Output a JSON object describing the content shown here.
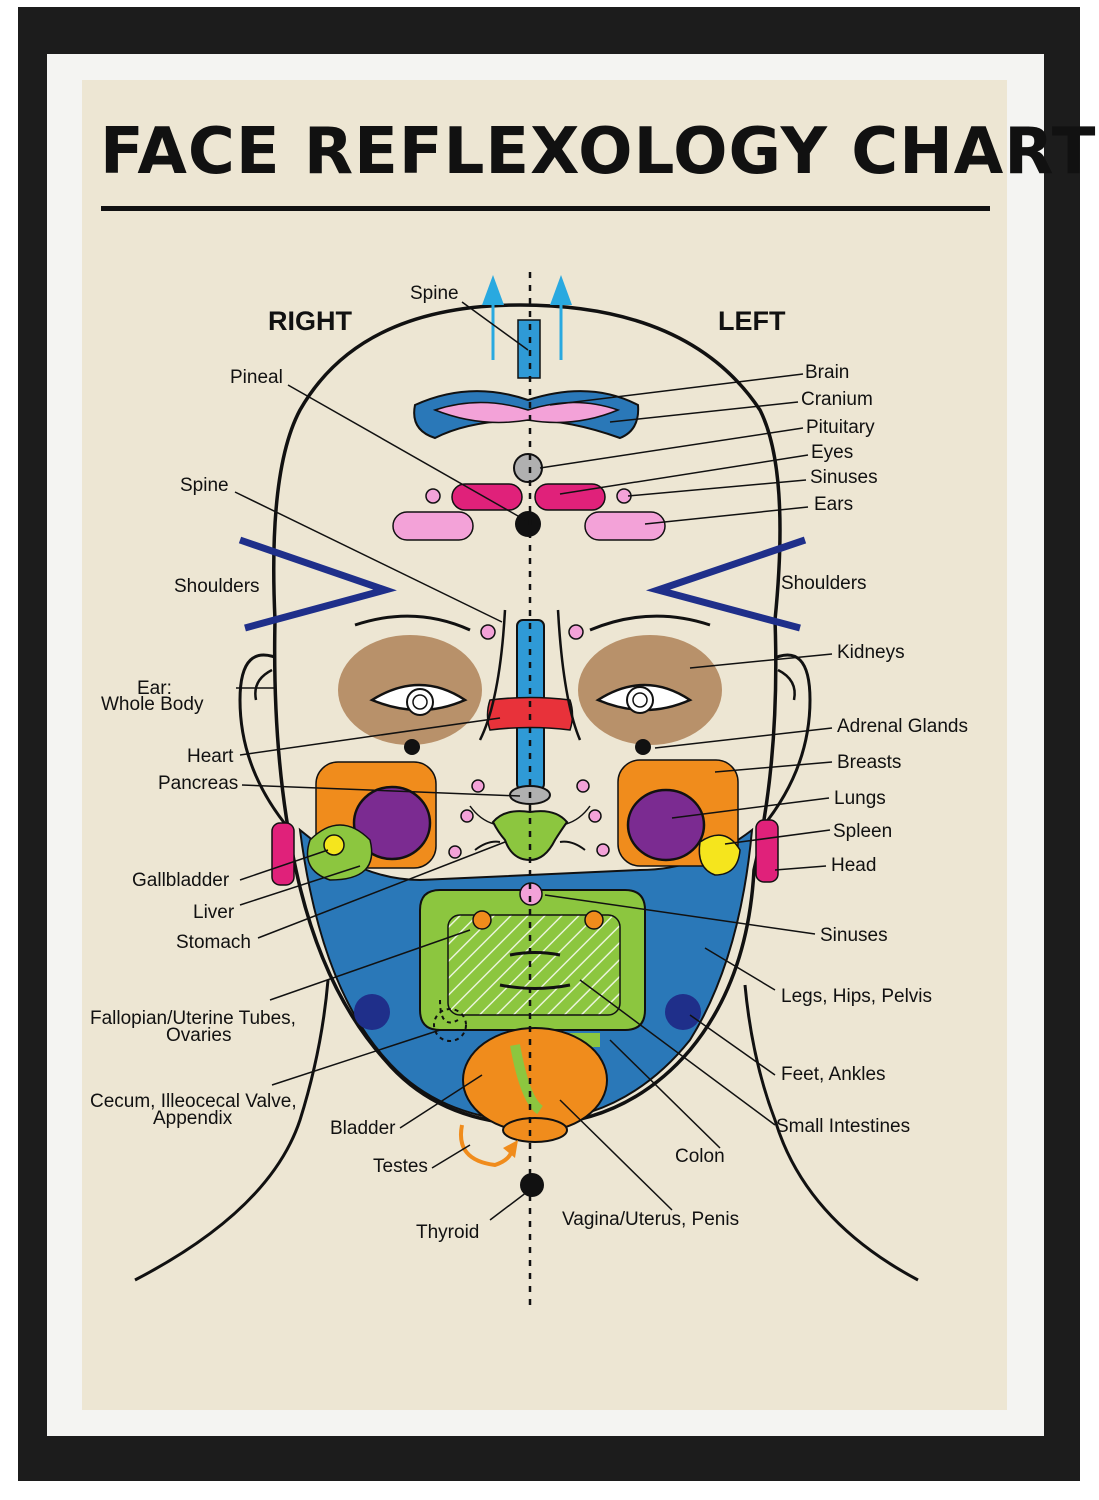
{
  "title": "FACE REFLEXOLOGY CHART",
  "sides": {
    "right": "RIGHT",
    "left": "LEFT"
  },
  "labels": {
    "spine_top": "Spine",
    "pineal": "Pineal",
    "spine_mid": "Spine",
    "shoulders_right": "Shoulders",
    "ear_whole_body_1": "Ear:",
    "ear_whole_body_2": "Whole Body",
    "heart": "Heart",
    "pancreas": "Pancreas",
    "gallbladder": "Gallbladder",
    "liver": "Liver",
    "stomach": "Stomach",
    "fallopian_1": "Fallopian/Uterine Tubes,",
    "fallopian_2": "Ovaries",
    "cecum_1": "Cecum, Illeocecal Valve,",
    "cecum_2": "Appendix",
    "bladder": "Bladder",
    "testes": "Testes",
    "thyroid": "Thyroid",
    "brain": "Brain",
    "cranium": "Cranium",
    "pituitary": "Pituitary",
    "eyes": "Eyes",
    "sinuses_top": "Sinuses",
    "ears": "Ears",
    "shoulders_left": "Shoulders",
    "kidneys": "Kidneys",
    "adrenal_glands": "Adrenal Glands",
    "breasts": "Breasts",
    "lungs": "Lungs",
    "spleen": "Spleen",
    "head": "Head",
    "sinuses_lower": "Sinuses",
    "legs_hips_pelvis": "Legs, Hips, Pelvis",
    "feet_ankles": "Feet, Ankles",
    "small_intestines": "Small Intestines",
    "colon": "Colon",
    "vagina_uterus_penis": "Vagina/Uterus, Penis"
  },
  "colors": {
    "frame": "#1c1c1c",
    "paper": "#ede6d3",
    "blue": "#2a78b8",
    "navy": "#1f2f8a",
    "pink": "#e94c9f",
    "light_pink": "#f3a2d8",
    "cyan": "#2f9ad6",
    "tan": "#b8916a",
    "orange": "#f08c1c",
    "purple": "#7b2b91",
    "green": "#8cc63f",
    "yellow": "#f5e51d",
    "magenta": "#e0217a",
    "red": "#e8323a",
    "gray": "#b0b0b0",
    "arrow_blue": "#29a9e0"
  }
}
